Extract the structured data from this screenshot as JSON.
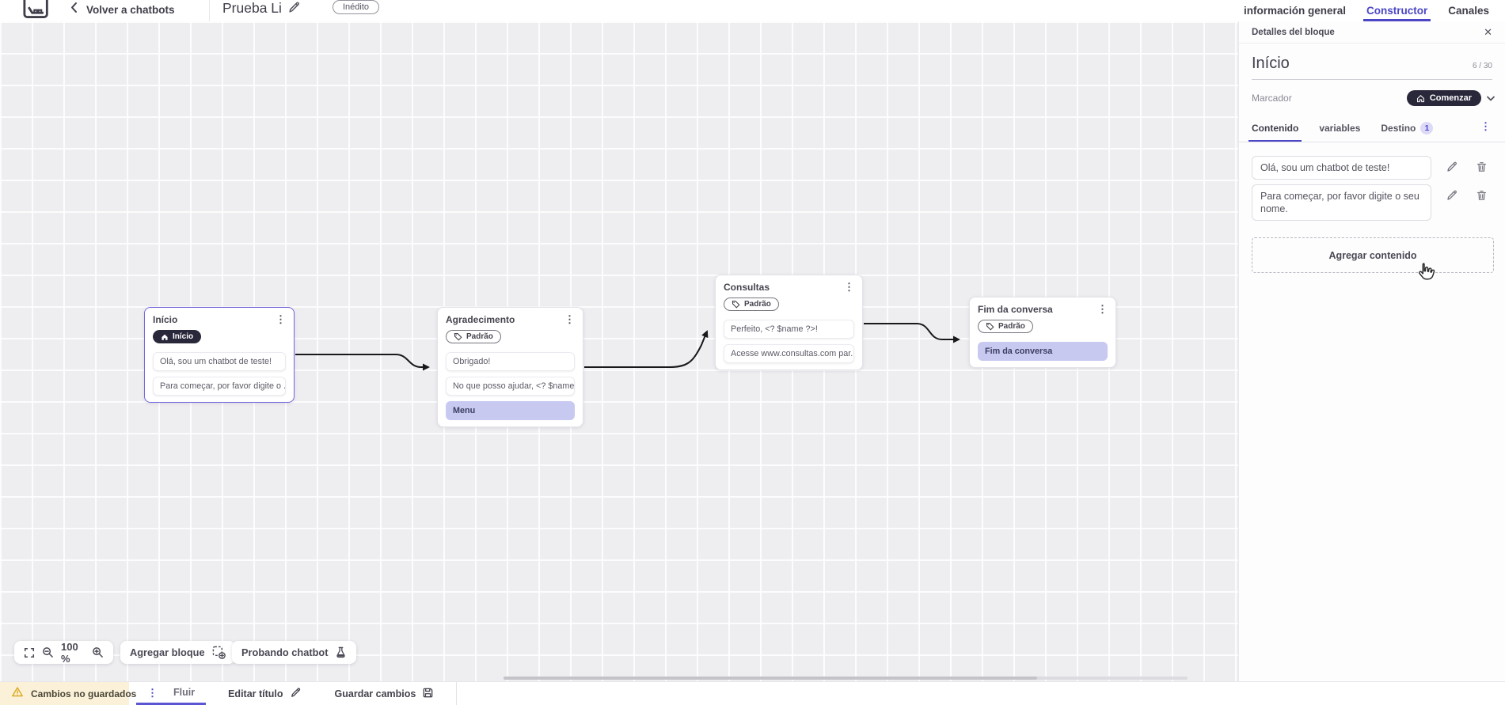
{
  "icons": {
    "kebab": "⋮",
    "close": "✕"
  },
  "header": {
    "back_label": "Volver a chatbots",
    "bot_title": "Prueba Li",
    "status_badge": "Inédito",
    "tabs": [
      {
        "label": "información general",
        "active": false
      },
      {
        "label": "Constructor",
        "active": true
      },
      {
        "label": "Canales",
        "active": false
      }
    ]
  },
  "panel": {
    "title": "Detalles del bloque",
    "block_name": "Início",
    "char_counter": "6 / 30",
    "marker_label": "Marcador",
    "marker_value": "Comenzar",
    "tabs": [
      {
        "label": "Contenido",
        "active": true
      },
      {
        "label": "variables",
        "active": false
      },
      {
        "label": "Destino",
        "badge": "1",
        "active": false
      }
    ],
    "contents": [
      {
        "text": "Olá, sou um chatbot de teste!"
      },
      {
        "text": "Para começar, por favor digite o seu nome."
      }
    ],
    "add_content_label": "Agregar contenido"
  },
  "canvas": {
    "nodes": [
      {
        "title": "Início",
        "badge": "Início",
        "rows": [
          {
            "text": "Olá, sou um chatbot de teste!"
          },
          {
            "text": "Para começar, por favor digite o ..."
          }
        ]
      },
      {
        "title": "Agradecimento",
        "badge": "Padrão",
        "rows": [
          {
            "text": "Obrigado!"
          },
          {
            "text": "No que posso ajudar, <? $name ..."
          },
          {
            "text": "Menu"
          }
        ]
      },
      {
        "title": "Consultas",
        "badge": "Padrão",
        "rows": [
          {
            "text": "Perfeito, <? $name ?>!"
          },
          {
            "text": "Acesse www.consultas.com par..."
          }
        ]
      },
      {
        "title": "Fim da conversa",
        "badge": "Padrão",
        "rows": [
          {
            "text": "Fim da conversa"
          }
        ]
      }
    ],
    "toolbar": {
      "zoom_level": "100 %",
      "add_block_label": "Agregar bloque",
      "test_chatbot_label": "Probando chatbot"
    }
  },
  "footer": {
    "unsaved_label": "Cambios no guardados",
    "flow_tab_label": "Fluir",
    "edit_title_label": "Editar título",
    "save_label": "Guardar cambios"
  },
  "colors": {
    "accent": "#4b46c6",
    "selected_node_border": "#7268dd",
    "highlight_row_bg": "#c7c9f1",
    "dark_badge_bg": "#29273a",
    "warning_bg": "#fbf1d9",
    "warning_icon": "#d9a717"
  }
}
